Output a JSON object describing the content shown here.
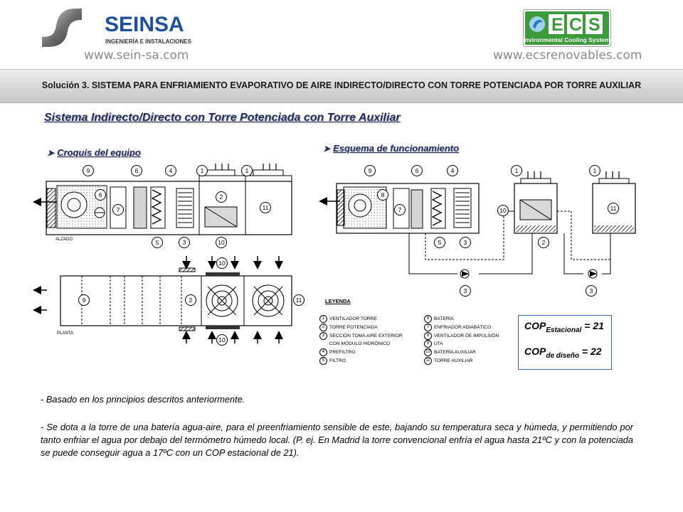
{
  "header": {
    "seinsa": {
      "name": "SEINSA",
      "subtitle": "INGENIERÍA E INSTALACIONES",
      "url": "www.sein-sa.com"
    },
    "ecs": {
      "name": "ECS",
      "subtitle": "Environmental Cooling Systems",
      "url": "www.ecsrenovables.com"
    }
  },
  "solution_title": "Solución 3. SISTEMA PARA ENFRIAMIENTO EVAPORATIVO DE AIRE INDIRECTO/DIRECTO CON TORRE POTENCIADA POR TORRE AUXILIAR",
  "main_heading": "Sistema Indirecto/Directo con Torre Potenciada con Torre Auxiliar",
  "croquis": {
    "heading": "Croquis del equipo",
    "alzado_label": "ALZADO",
    "planta_label": "PLANTA",
    "alzado_callouts": [
      "9",
      "6",
      "4",
      "1",
      "1",
      "6",
      "7",
      "2",
      "11",
      "5",
      "3",
      "10"
    ],
    "planta_callouts": [
      "9",
      "2",
      "10",
      "11",
      "10"
    ]
  },
  "esquema": {
    "heading": "Esquema de funcionamiento",
    "callouts": [
      "9",
      "6",
      "4",
      "1",
      "1",
      "8",
      "7",
      "10",
      "11",
      "5",
      "3",
      "2",
      "3",
      "3"
    ]
  },
  "legend": {
    "title": "LEYENDA",
    "items": [
      {
        "n": "1",
        "text": "VENTILADOR TORRE"
      },
      {
        "n": "2",
        "text": "TORRE POTENCIADA"
      },
      {
        "n": "3",
        "text": "SECCIÓN TOMA AIRE EXTERIOR"
      },
      {
        "n": "",
        "text": "CON MÓDULO HIDRÓNICO"
      },
      {
        "n": "4",
        "text": "PREFILTRO"
      },
      {
        "n": "5",
        "text": "FILTRO"
      },
      {
        "n": "6",
        "text": "BATERÍA"
      },
      {
        "n": "7",
        "text": "ENFRIADOR ADIABÁTICO"
      },
      {
        "n": "8",
        "text": "VENTILADOR DE IMPULSIÓN"
      },
      {
        "n": "9",
        "text": "UTA"
      },
      {
        "n": "10",
        "text": "BATERÍA AUXILIAR"
      },
      {
        "n": "11",
        "text": "TORRE AUXILIAR"
      }
    ]
  },
  "cop": {
    "estacional": {
      "base": "COP",
      "sub": "Estacional",
      "value": "= 21"
    },
    "diseno": {
      "base": "COP",
      "sub": "de diseño",
      "value": "= 22"
    }
  },
  "body": {
    "paragraph1": "- Basado en los principios descritos anteriormente.",
    "paragraph2": "- Se dota a la torre de una batería agua-aire, para el preenfriamiento sensible de este, bajando su temperatura seca y húmeda, y permitiendo por tanto enfriar el agua por debajo del termómetro húmedo local. (P. ej. En Madrid la torre convencional enfría el agua hasta 21ºC y con la potenciada se puede conseguir agua a 17ºC con un COP estacional de 21)."
  },
  "colors": {
    "heading": "#1f2d5c",
    "seinsa_blue": "#1d4f9c",
    "ecs_green": "#3b9a3a",
    "cop_border": "#3a66a8"
  }
}
